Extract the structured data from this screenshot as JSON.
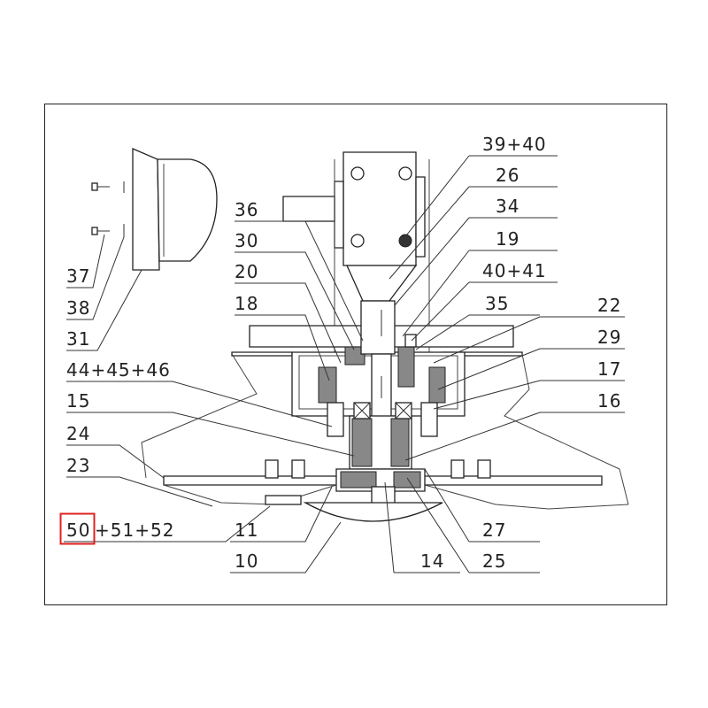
{
  "diagram": {
    "type": "exploded parts diagram",
    "highlight_color": "#e02020",
    "labels": {
      "l39_40": "39+40",
      "l26": "26",
      "l34": "34",
      "l19": "19",
      "l40_41": "40+41",
      "l35": "35",
      "l22": "22",
      "l29": "29",
      "l17": "17",
      "l16": "16",
      "l36": "36",
      "l30": "30",
      "l20": "20",
      "l18": "18",
      "l44_45_46": "44+45+46",
      "l15": "15",
      "l24": "24",
      "l23": "23",
      "l50": "50",
      "l51_52": "+51+52",
      "l11": "11",
      "l10": "10",
      "l14": "14",
      "l25": "25",
      "l27": "27",
      "l37": "37",
      "l38": "38",
      "l31": "31"
    }
  }
}
